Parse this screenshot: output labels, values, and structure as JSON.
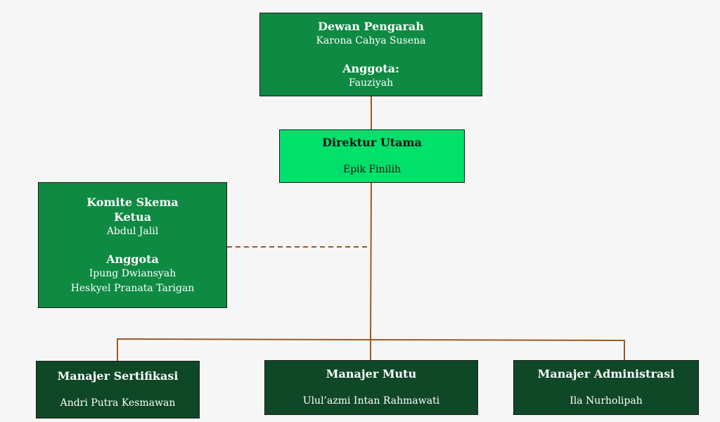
{
  "top": {
    "title": "Dewan Pengarah",
    "name": "Karona Cahya Susena",
    "member_title": "Anggota:",
    "member_name": "Fauziyah"
  },
  "director": {
    "title": "Direktur Utama",
    "name": "Epik Finilih"
  },
  "committee": {
    "title": "Komite Skema",
    "chair_title": "Ketua",
    "chair_name": "Abdul Jalil",
    "members_title": "Anggota",
    "members": [
      "Ipung Dwiansyah",
      "Heskyel Pranata Tarigan"
    ]
  },
  "managers": [
    {
      "title": "Manajer Sertifikasi",
      "name": "Andri Putra Kesmawan"
    },
    {
      "title": "Manajer Mutu",
      "name": "Ulul’azmi Intan Rahmawati"
    },
    {
      "title": "Manajer Administrasi",
      "name": "Ila Nurholipah"
    }
  ],
  "colors": {
    "board": "#0f8a43",
    "director": "#00e06a",
    "managers": "#0f4827",
    "connector": "#9c5a24"
  }
}
